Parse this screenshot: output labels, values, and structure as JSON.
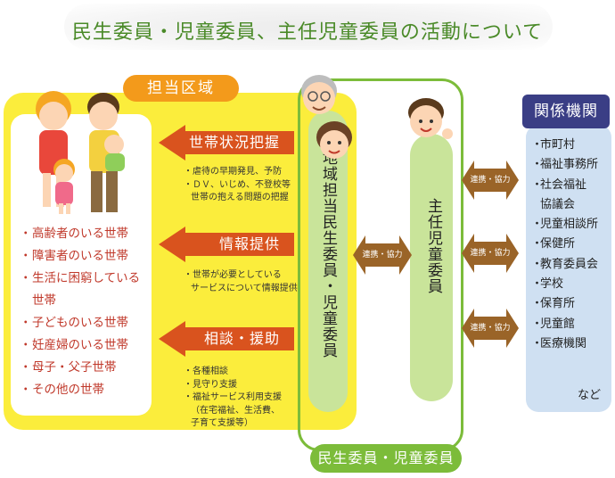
{
  "title": "民生委員・児童委員、主任児童委員の活動について",
  "area": {
    "label": "担当区域",
    "households": [
      {
        "bullet": "・",
        "text": "高齢者のいる世帯"
      },
      {
        "bullet": "・",
        "text": "障害者のいる世帯"
      },
      {
        "bullet": "・",
        "text": "生活に困窮している"
      },
      {
        "bullet": "",
        "text": "世帯"
      },
      {
        "bullet": "・",
        "text": "子どものいる世帯"
      },
      {
        "bullet": "・",
        "text": "妊産婦のいる世帯"
      },
      {
        "bullet": "・",
        "text": "母子・父子世帯"
      },
      {
        "bullet": "・",
        "text": "その他の世帯"
      }
    ]
  },
  "activities": [
    {
      "label": "世帯状況把握",
      "details": [
        "・虐待の早期発見、予防",
        "・ＤＶ、いじめ、不登校等",
        "世帯の抱える問題の把握"
      ]
    },
    {
      "label": "情報提供",
      "details": [
        "・世帯が必要としている",
        "サービスについて情報提供"
      ]
    },
    {
      "label": "相談・援助",
      "details": [
        "・各種相談",
        "・見守り支援",
        "・福祉サービス利用支援",
        "（在宅福祉、生活費、",
        "子育て支援等）"
      ]
    }
  ],
  "commissioners": {
    "local": "地域担当民生委員・児童委員",
    "chief": "主任児童委員",
    "group_label": "民生委員・児童委員"
  },
  "cooperation_label": "連携・協力",
  "agencies": {
    "label": "関係機関",
    "items": [
      "市町村",
      "福祉事務所",
      "社会福祉",
      "協議会",
      "児童相談所",
      "保健所",
      "教育委員会",
      "学校",
      "保育所",
      "児童館",
      "医療機関"
    ],
    "item_bullets": [
      "・",
      "・",
      "・",
      "",
      "・",
      "・",
      "・",
      "・",
      "・",
      "・",
      "・"
    ],
    "etc": "など"
  },
  "colors": {
    "title": "#4a8a28",
    "area_fill": "#fbed3c",
    "area_label": "#f39a1b",
    "activity_arrow": "#d9531e",
    "commissioner_fill": "#c9e49a",
    "commissioner_border": "#7cbc3a",
    "cooperation_arrow": "#9a6428",
    "agency_label": "#3a3e85",
    "agency_fill": "#cfe0f2",
    "household_text": "#c0392b"
  }
}
